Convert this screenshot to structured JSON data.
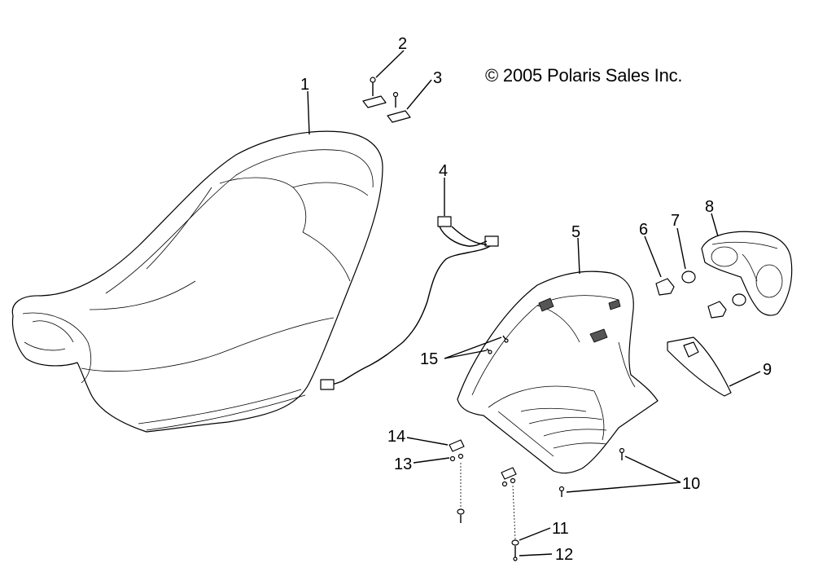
{
  "diagram": {
    "copyright": "© 2005 Polaris Sales Inc.",
    "callouts": [
      "1",
      "2",
      "3",
      "4",
      "5",
      "6",
      "7",
      "8",
      "9",
      "10",
      "11",
      "12",
      "13",
      "14",
      "15"
    ]
  }
}
